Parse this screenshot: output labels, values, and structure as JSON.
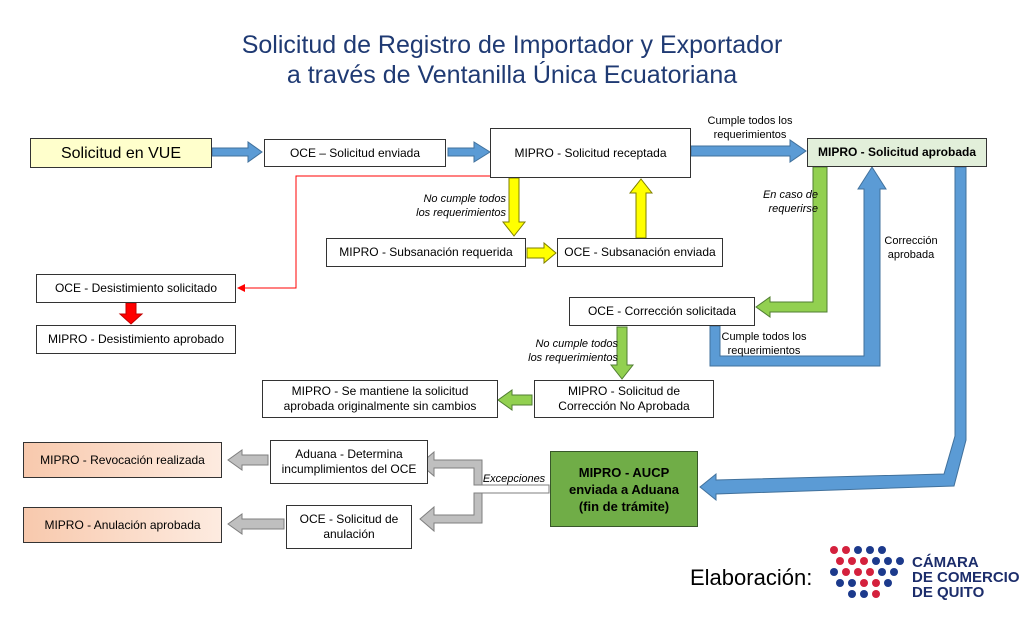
{
  "title": {
    "line1": "Solicitud de Registro de Importador y Exportador",
    "line2": "a través de Ventanilla Única Ecuatoriana"
  },
  "nodes": {
    "solicitud_vue": "Solicitud en VUE",
    "oce_enviada": "OCE – Solicitud enviada",
    "mipro_receptada": "MIPRO - Solicitud receptada",
    "mipro_aprobada": "MIPRO - Solicitud aprobada",
    "mipro_subsanacion_req": "MIPRO - Subsanación requerida",
    "oce_subsanacion_env": "OCE - Subsanación enviada",
    "oce_desistimiento": "OCE - Desistimiento solicitado",
    "mipro_desistimiento": "MIPRO - Desistimiento aprobado",
    "oce_correccion": "OCE - Corrección solicitada",
    "mipro_correccion_no_line1": "MIPRO - Solicitud de",
    "mipro_correccion_no_line2": "Corrección No Aprobada",
    "mipro_mantiene_line1": "MIPRO - Se mantiene la solicitud",
    "mipro_mantiene_line2": "aprobada originalmente sin cambios",
    "mipro_aucp_line1": "MIPRO - AUCP",
    "mipro_aucp_line2": "enviada a Aduana",
    "mipro_aucp_line3": "(fin de trámite)",
    "aduana_line1": "Aduana - Determina",
    "aduana_line2": "incumplimientos del OCE",
    "mipro_revocacion": "MIPRO - Revocación realizada",
    "oce_anulacion_line1": "OCE - Solicitud de",
    "oce_anulacion_line2": "anulación",
    "mipro_anulacion": "MIPRO - Anulación aprobada"
  },
  "labels": {
    "cumple1_line1": "Cumple todos los",
    "cumple1_line2": "requerimientos",
    "no_cumple1_line1": "No cumple todos",
    "no_cumple1_line2": "los requerimientos",
    "en_caso_line1": "En caso de",
    "en_caso_line2": "requerirse",
    "correccion_aprobada_line1": "Corrección",
    "correccion_aprobada_line2": "aprobada",
    "cumple2_line1": "Cumple todos los",
    "cumple2_line2": "requerimientos",
    "no_cumple2_line1": "No cumple todos",
    "no_cumple2_line2": "los requerimientos",
    "excepciones": "Excepciones"
  },
  "footer": {
    "elaboracion": "Elaboración:",
    "logo_line1": "CÁMARA",
    "logo_line2": "DE COMERCIO",
    "logo_line3": "DE QUITO"
  },
  "colors": {
    "title": "#1f3a73",
    "blue_arrow": "#5b9bd5",
    "yellow_arrow": "#ffff00",
    "green_arrow": "#92d050",
    "gray_arrow": "#bfbfbf",
    "red_arrow": "#ff0000",
    "vue_box": "#ffffcc",
    "approved_box": "#e2efda",
    "aucp_box": "#70ad47",
    "revocation_box": "#fbe0d0"
  }
}
